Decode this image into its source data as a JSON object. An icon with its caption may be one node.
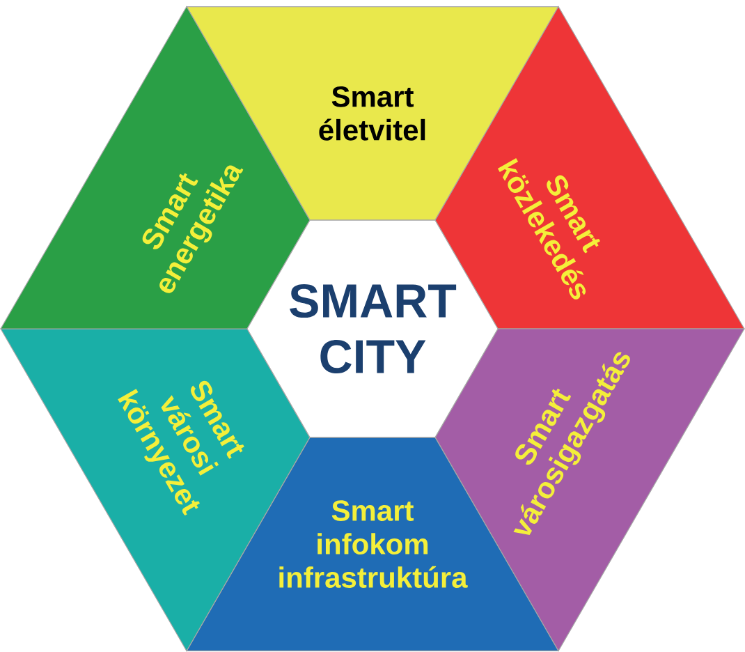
{
  "diagram": {
    "nodes": [
      {
        "text": [
          "Smart életvitel"
        ]
      },
      {
        "text": [
          "Smart közlekedés"
        ]
      },
      {
        "text": [
          "Smart városigazgatás"
        ]
      },
      {
        "text": [
          "Smart infokom infrastruktúra"
        ]
      },
      {
        "text": [
          "Smart városi környezet"
        ]
      },
      {
        "text": [
          "Smart energetika"
        ]
      },
      {
        "text": [
          "SMART CITY"
        ]
      }
    ]
  }
}
